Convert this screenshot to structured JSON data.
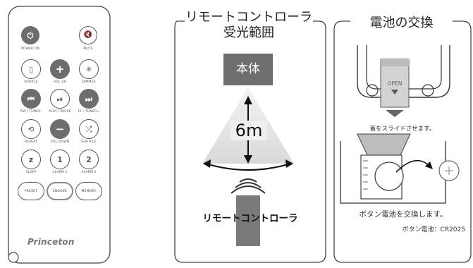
{
  "remote": {
    "buttons": [
      {
        "id": "power",
        "icon": "power-icon",
        "glyph": "⏻",
        "label": "POWER ON"
      },
      {
        "id": "mute",
        "icon": "mute-icon",
        "glyph": "🔇",
        "label": "MUTE"
      },
      {
        "id": "source",
        "icon": "source-icon",
        "glyph": "▯",
        "label": "SOURCE"
      },
      {
        "id": "vol-up",
        "icon": "plus-icon",
        "glyph": "+",
        "label": "VOL UP"
      },
      {
        "id": "dimmer",
        "icon": "dimmer-icon",
        "glyph": "✳",
        "label": "DIMMER"
      },
      {
        "id": "rewind",
        "icon": "skip-back-icon",
        "glyph": "⏮",
        "label": "RW / TUNER-"
      },
      {
        "id": "play-pause",
        "icon": "play-pause-icon",
        "glyph": "⏯",
        "label": "PLAY / PAUSE"
      },
      {
        "id": "forward",
        "icon": "skip-forward-icon",
        "glyph": "⏭",
        "label": "FF / TUNER+"
      },
      {
        "id": "repeat",
        "icon": "repeat-icon",
        "glyph": "⟲",
        "label": "REPEAT"
      },
      {
        "id": "vol-down",
        "icon": "minus-icon",
        "glyph": "−",
        "label": "VOL DOWN"
      },
      {
        "id": "shuffle",
        "icon": "shuffle-icon",
        "glyph": "⤮",
        "label": "SHUFFLE"
      },
      {
        "id": "sleep",
        "icon": "sleep-icon",
        "glyph": "z",
        "label": "SLEEP"
      },
      {
        "id": "alarm1",
        "icon": "alarm-1-icon",
        "glyph": "1",
        "label": "ALARM 1"
      },
      {
        "id": "alarm2",
        "icon": "alarm-2-icon",
        "glyph": "2",
        "label": "ALARM 2"
      },
      {
        "id": "preset",
        "icon": "",
        "glyph": "PRESET",
        "label": ""
      },
      {
        "id": "snooze",
        "icon": "",
        "glyph": "SNOOZE",
        "label": ""
      },
      {
        "id": "memory",
        "icon": "",
        "glyph": "MEMORY",
        "label": ""
      }
    ],
    "brand": "Princeton"
  },
  "range_panel": {
    "title_line1": "リモートコントローラ",
    "title_line2": "受光範囲",
    "unit_label": "本体",
    "distance": "6m",
    "remote_label": "リモートコントローラ"
  },
  "battery_panel": {
    "title": "電池の交換",
    "open_label": "OPEN",
    "lid_caption": "蓋をスライドさせます。",
    "swap_caption": "ボタン電池を交換します。",
    "battery_type": "ボタン電池：CR2025"
  }
}
